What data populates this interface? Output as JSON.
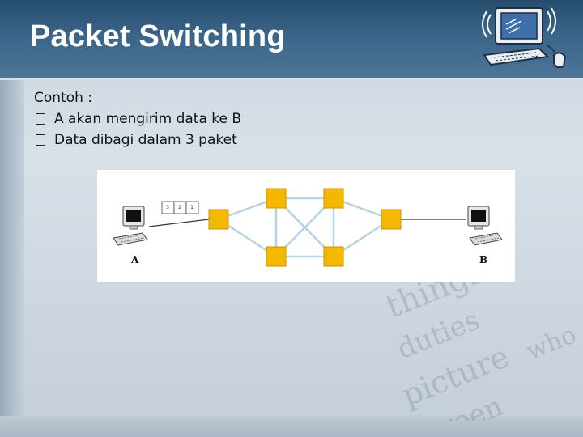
{
  "title": "Packet Switching",
  "body": {
    "intro": "Contoh :",
    "bullets": [
      "A akan mengirim data ke B",
      "Data dibagi dalam 3 paket"
    ]
  },
  "diagram": {
    "node_a_label": "A",
    "node_b_label": "B",
    "packets": [
      "3",
      "2",
      "1"
    ],
    "switch_color": "#f5b800",
    "link_color": "#b6d3e6"
  },
  "watermark_words": [
    "things",
    "duties",
    "picture",
    "screen",
    "who"
  ],
  "colors": {
    "title_bar": "#3a6488",
    "title_text": "#ffffff",
    "background": "#d8e0e8"
  }
}
